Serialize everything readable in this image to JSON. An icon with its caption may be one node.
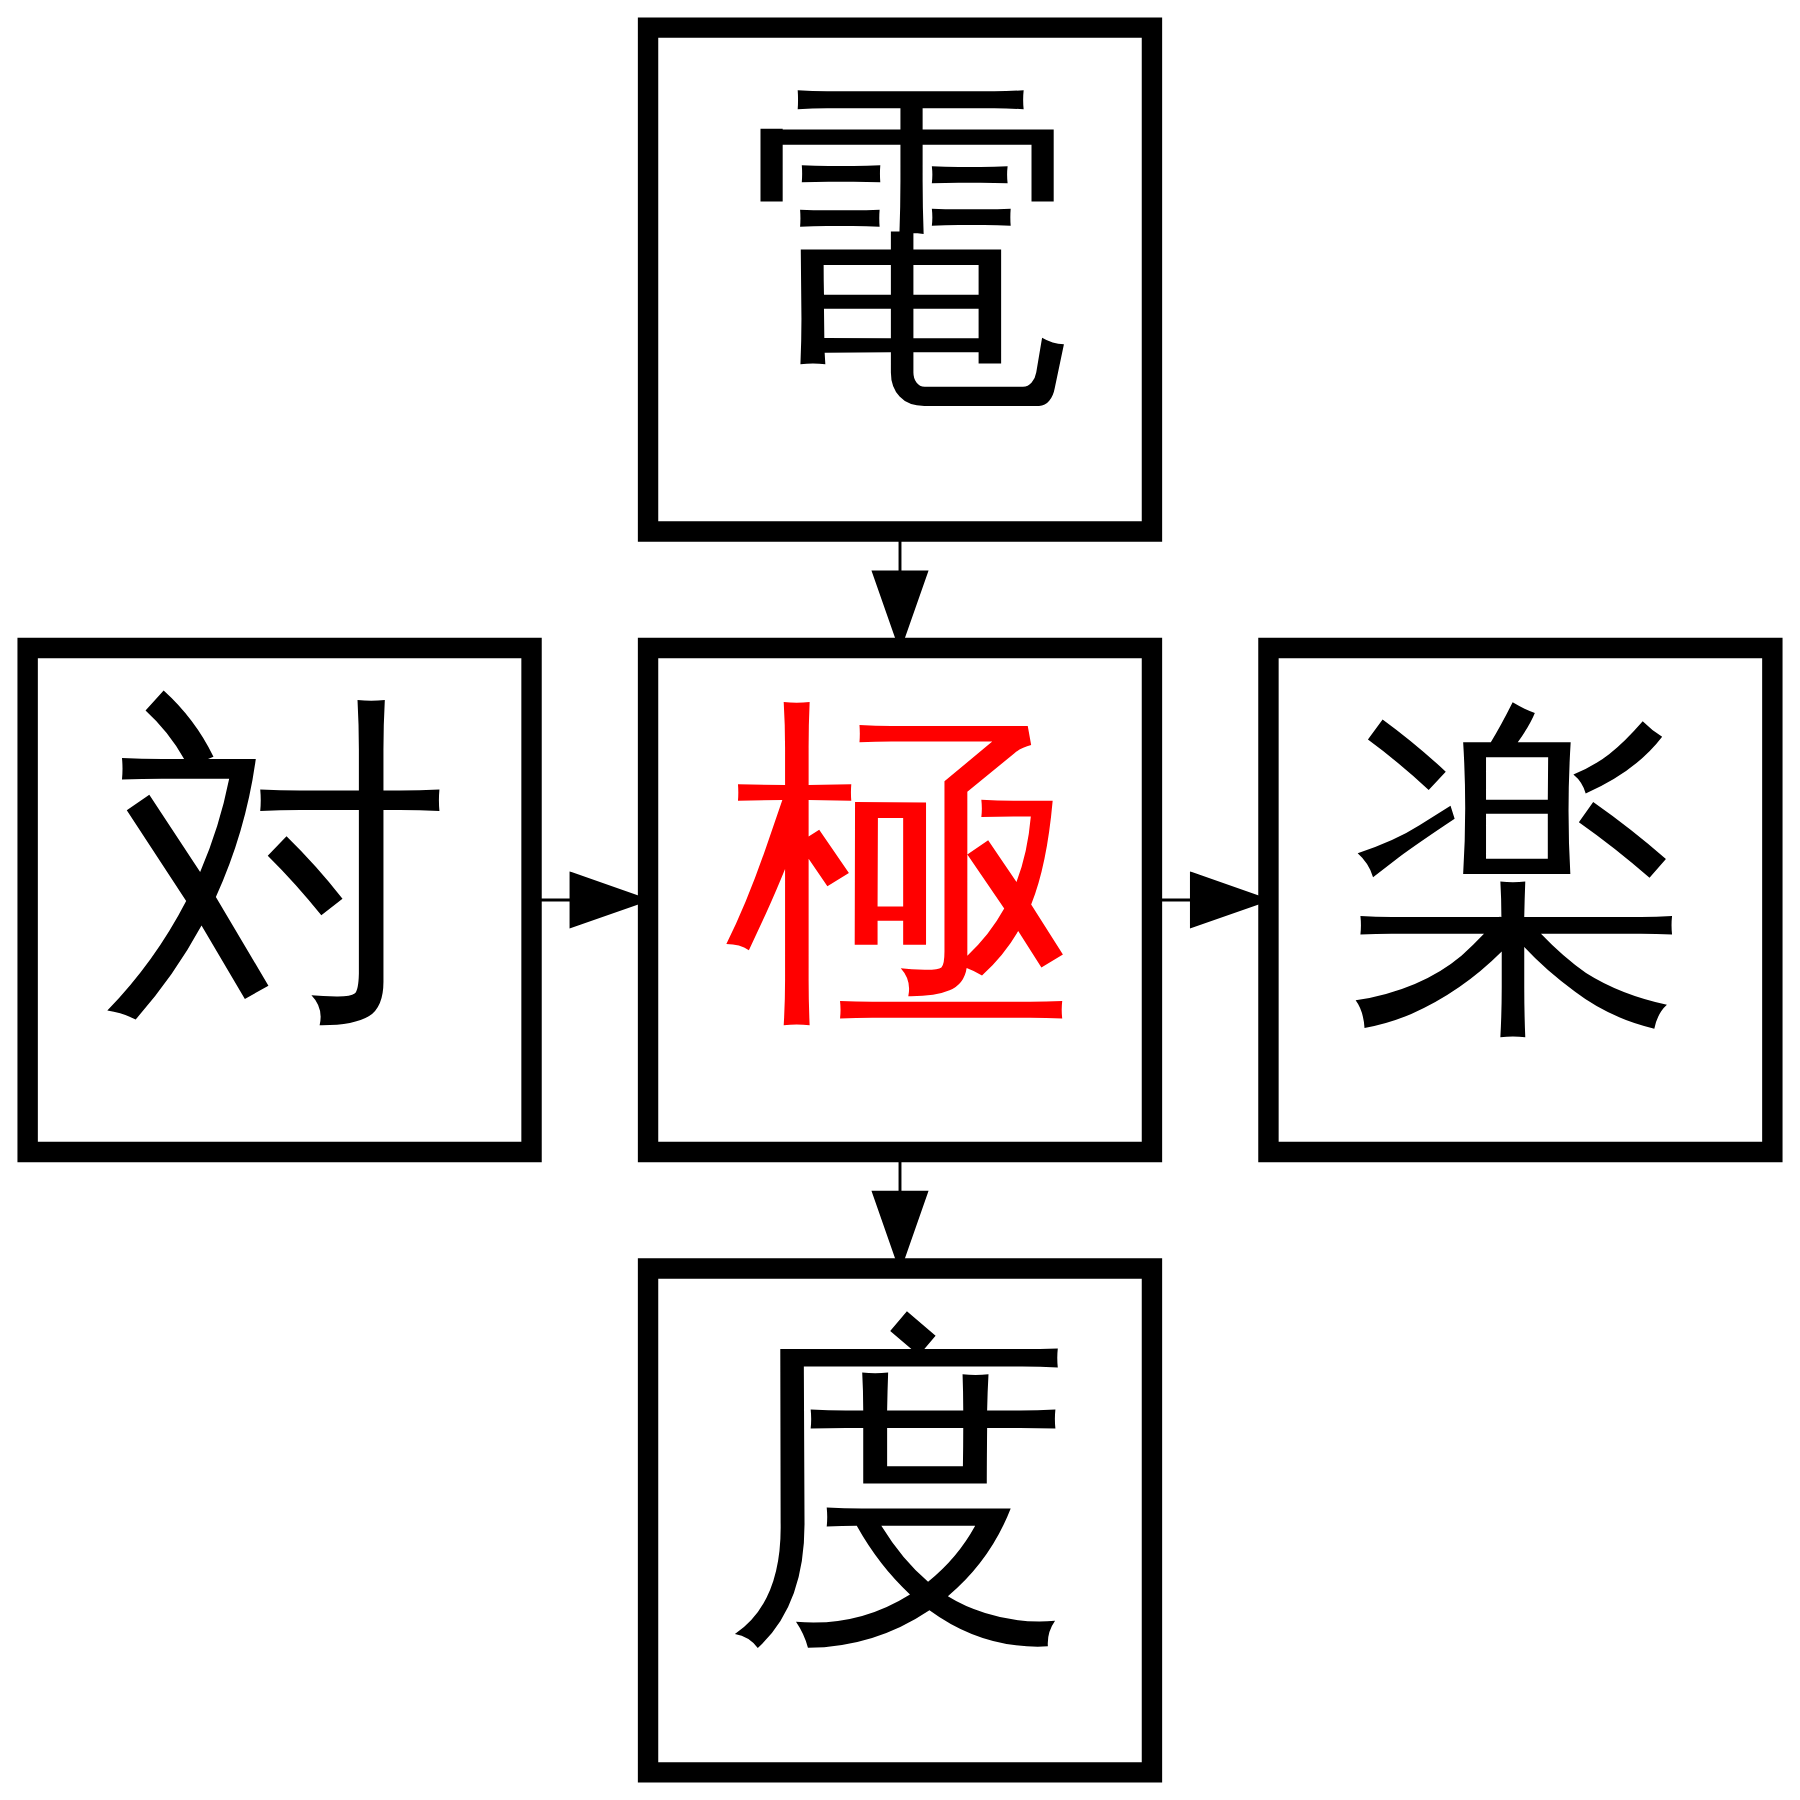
{
  "diagram": {
    "nodes": [
      {
        "text": [
          "電"
        ]
      },
      {
        "text": [
          "対"
        ]
      },
      {
        "text": [
          "極"
        ]
      },
      {
        "text": [
          "楽"
        ]
      },
      {
        "text": [
          "度"
        ]
      }
    ],
    "edges": [
      {
        "from": 0,
        "to": 2,
        "arrow": "to"
      },
      {
        "from": 1,
        "to": 2,
        "arrow": "to"
      },
      {
        "from": 2,
        "to": 3,
        "arrow": "to"
      },
      {
        "from": 2,
        "to": 4,
        "arrow": "to"
      }
    ]
  }
}
